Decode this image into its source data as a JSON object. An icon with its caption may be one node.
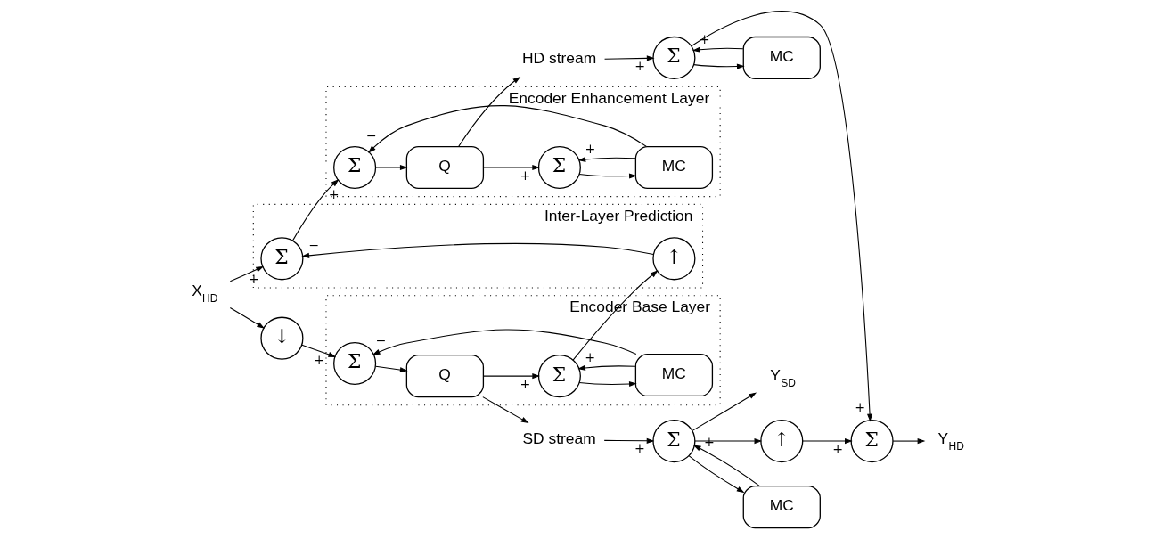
{
  "diagram": {
    "nodes": [
      {
        "text": [
          "Encoder Base Layer"
        ]
      },
      {
        "text": [
          "Inter-Layer Prediction"
        ]
      },
      {
        "text": [
          "Encoder Enhancement Layer"
        ]
      },
      {
        "text": [
          "X$_{HD}$"
        ]
      },
      {
        "text": [
          "↓"
        ]
      },
      {
        "text": [
          "Σ"
        ],
        "in": 0
      },
      {
        "text": [
          "Q"
        ],
        "in": 0
      },
      {
        "text": [
          "Σ"
        ],
        "in": 0
      },
      {
        "text": [
          "MC"
        ],
        "in": 0
      },
      {
        "text": [
          "Σ"
        ],
        "in": 1
      },
      {
        "text": [
          "↑"
        ],
        "in": 1
      },
      {
        "text": [
          "Σ"
        ],
        "in": 2
      },
      {
        "text": [
          "Q"
        ],
        "in": 2
      },
      {
        "text": [
          "Σ"
        ],
        "in": 2
      },
      {
        "text": [
          "MC"
        ],
        "in": 2
      },
      {
        "text": [
          "SD stream"
        ]
      },
      {
        "text": [
          "HD stream"
        ]
      },
      {
        "text": [
          "Σ"
        ]
      },
      {
        "text": [
          "MC"
        ]
      },
      {
        "text": [
          "Y$_{SD}$"
        ]
      },
      {
        "text": [
          "↑"
        ]
      },
      {
        "text": [
          "Σ"
        ]
      },
      {
        "text": [
          "Y$_{HD}$"
        ]
      },
      {
        "text": [
          "Σ"
        ]
      },
      {
        "text": [
          "MC"
        ]
      }
    ],
    "edges": [
      {
        "from": 3,
        "to": 4,
        "arrow": "to"
      },
      {
        "from": 3,
        "to": 9,
        "arrow": "to",
        "label": "+"
      },
      {
        "from": 4,
        "to": 5,
        "arrow": "to",
        "label": "+"
      },
      {
        "from": 5,
        "to": 6,
        "arrow": "to"
      },
      {
        "from": 6,
        "to": 15,
        "arrow": "to"
      },
      {
        "from": 6,
        "to": 7,
        "arrow": "to",
        "label": "+"
      },
      {
        "from": 7,
        "to": 8,
        "arrow": "to"
      },
      {
        "from": 8,
        "to": 5,
        "arrow": "to",
        "label": "−"
      },
      {
        "from": 8,
        "to": 7,
        "arrow": "to",
        "label": "+"
      },
      {
        "from": 7,
        "to": 10,
        "arrow": "to"
      },
      {
        "from": 10,
        "to": 9,
        "arrow": "to",
        "label": "−"
      },
      {
        "from": 9,
        "to": 11,
        "arrow": "to",
        "label": "+"
      },
      {
        "from": 11,
        "to": 12,
        "arrow": "to"
      },
      {
        "from": 12,
        "to": 16,
        "arrow": "to"
      },
      {
        "from": 12,
        "to": 13,
        "arrow": "to",
        "label": "+"
      },
      {
        "from": 13,
        "to": 14,
        "arrow": "to"
      },
      {
        "from": 14,
        "to": 11,
        "arrow": "to",
        "label": "−"
      },
      {
        "from": 14,
        "to": 13,
        "arrow": "to",
        "label": "+"
      },
      {
        "from": 15,
        "to": 17,
        "arrow": "to",
        "label": "+"
      },
      {
        "from": 17,
        "to": 19,
        "arrow": "to"
      },
      {
        "from": 17,
        "to": 18,
        "arrow": "to"
      },
      {
        "from": 18,
        "to": 17,
        "arrow": "to",
        "label": "+"
      },
      {
        "from": 17,
        "to": 20,
        "arrow": "to"
      },
      {
        "from": 20,
        "to": 21,
        "arrow": "to",
        "label": "+"
      },
      {
        "from": 21,
        "to": 22,
        "arrow": "to"
      },
      {
        "from": 16,
        "to": 23,
        "arrow": "to",
        "label": "+"
      },
      {
        "from": 23,
        "to": 21,
        "arrow": "to",
        "label": "+"
      },
      {
        "from": 23,
        "to": 24,
        "arrow": "to"
      },
      {
        "from": 24,
        "to": 23,
        "arrow": "to",
        "label": "+"
      }
    ]
  }
}
